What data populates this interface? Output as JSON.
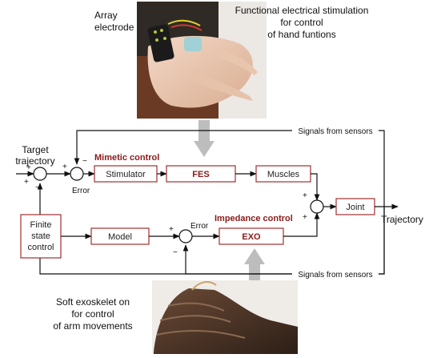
{
  "photo_captions": {
    "array_electrode": [
      "Array",
      "electrode"
    ],
    "fes_caption": [
      "Functional electrical stimulation",
      "for control",
      "of hand funtions"
    ],
    "exo_caption": [
      "Soft exoskelet on",
      "for control",
      "of arm movements"
    ]
  },
  "inputs": {
    "target": [
      "Target",
      "trajectory"
    ],
    "output": "Trajectory"
  },
  "groups": {
    "mimetic": "Mimetic control",
    "impedance": "Impedance control"
  },
  "blocks": {
    "stimulator": "Stimulator",
    "fes": "FES",
    "muscles": "Muscles",
    "joint": "Joint",
    "fsm": [
      "Finite",
      "state",
      "control"
    ],
    "model": "Model",
    "exo": "EXO"
  },
  "signals": {
    "sensors_top": "Signals from sensors",
    "sensors_bottom": "Signals from sensors",
    "error1": "Error",
    "error2": "Error"
  },
  "signs": {
    "plus": "+",
    "minus": "−"
  },
  "colors": {
    "accent_red": "#8b1a1a",
    "box_border": "#a03030",
    "arrow_gray": "#bdbdbd"
  }
}
